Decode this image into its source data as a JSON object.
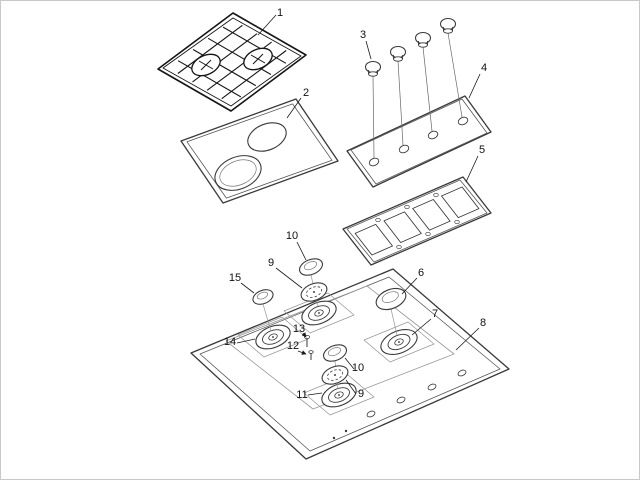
{
  "figure": {
    "background": "#ffffff",
    "ink": "#333333",
    "type": "exploded-parts-diagram",
    "subject": "gas cooktop assembly"
  },
  "parts": {
    "p1": {
      "label": "1"
    },
    "p2": {
      "label": "2"
    },
    "p3": {
      "label": "3"
    },
    "p4": {
      "label": "4"
    },
    "p5": {
      "label": "5"
    },
    "p6": {
      "label": "6"
    },
    "p7": {
      "label": "7"
    },
    "p8": {
      "label": "8"
    },
    "p9a": {
      "label": "9"
    },
    "p9b": {
      "label": "9"
    },
    "p10a": {
      "label": "10"
    },
    "p10b": {
      "label": "10"
    },
    "p11": {
      "label": "11"
    },
    "p12": {
      "label": "12"
    },
    "p13": {
      "label": "13"
    },
    "p14": {
      "label": "14"
    },
    "p15": {
      "label": "15"
    }
  }
}
